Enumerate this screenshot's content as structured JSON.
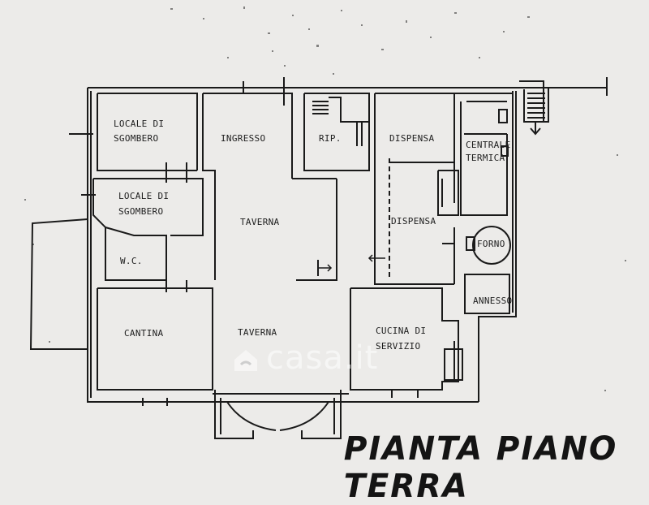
{
  "title": "PIANTA PIANO TERRA",
  "watermark": "casa.it",
  "rooms": [
    {
      "id": "locale1a",
      "label": "LOCALE DI"
    },
    {
      "id": "locale1b",
      "label": "SGOMBERO"
    },
    {
      "id": "ingresso",
      "label": "INGRESSO"
    },
    {
      "id": "rip",
      "label": "RIP."
    },
    {
      "id": "dispensa1",
      "label": "DISPENSA"
    },
    {
      "id": "centrale_a",
      "label": "CENTRALE"
    },
    {
      "id": "centrale_b",
      "label": "TERMICA"
    },
    {
      "id": "locale2a",
      "label": "LOCALE DI"
    },
    {
      "id": "locale2b",
      "label": "SGOMBERO"
    },
    {
      "id": "taverna1",
      "label": "TAVERNA"
    },
    {
      "id": "dispensa2",
      "label": "DISPENSA"
    },
    {
      "id": "forno",
      "label": "FORNO"
    },
    {
      "id": "wc",
      "label": "W.C."
    },
    {
      "id": "annesso",
      "label": "ANNESSO"
    },
    {
      "id": "cantina",
      "label": "CANTINA"
    },
    {
      "id": "taverna2",
      "label": "TAVERNA"
    },
    {
      "id": "cucina_a",
      "label": "CUCINA DI"
    },
    {
      "id": "cucina_b",
      "label": "SERVIZIO"
    }
  ]
}
